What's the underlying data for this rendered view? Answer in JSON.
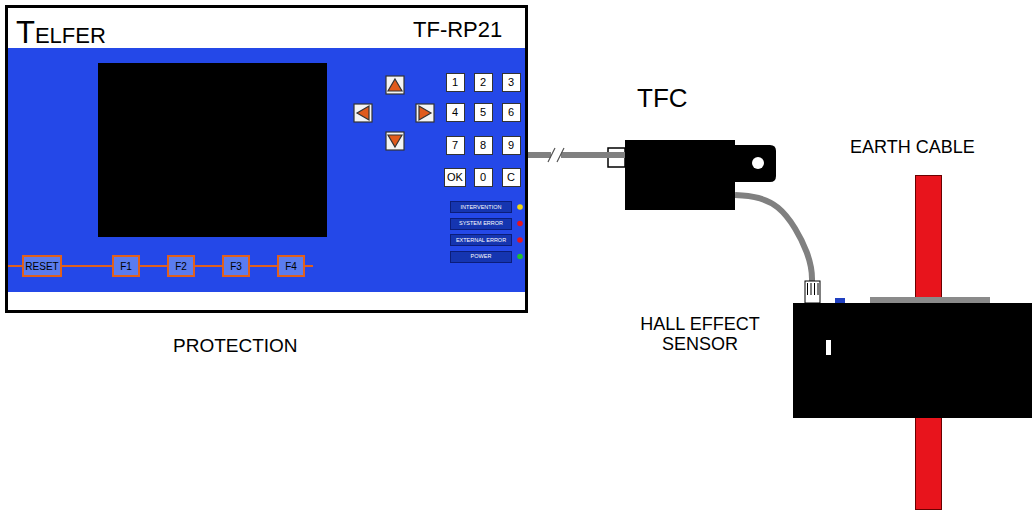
{
  "diagram": {
    "nodes": [
      {
        "text": [
          "TELFER",
          "TF-RP21",
          "PROTECTION"
        ]
      },
      {
        "text": [
          "1"
        ],
        "in": 0
      },
      {
        "text": [
          "2"
        ],
        "in": 0
      },
      {
        "text": [
          "3"
        ],
        "in": 0
      },
      {
        "text": [
          "4"
        ],
        "in": 0
      },
      {
        "text": [
          "5"
        ],
        "in": 0
      },
      {
        "text": [
          "6"
        ],
        "in": 0
      },
      {
        "text": [
          "7"
        ],
        "in": 0
      },
      {
        "text": [
          "8"
        ],
        "in": 0
      },
      {
        "text": [
          "9"
        ],
        "in": 0
      },
      {
        "text": [
          "OK"
        ],
        "in": 0
      },
      {
        "text": [
          "0"
        ],
        "in": 0
      },
      {
        "text": [
          "C"
        ],
        "in": 0
      },
      {
        "text": [
          "INTERVENTION"
        ],
        "in": 0
      },
      {
        "text": [
          "SYSTEM ERROR"
        ],
        "in": 0
      },
      {
        "text": [
          "EXTERNAL ERROR"
        ],
        "in": 0
      },
      {
        "text": [
          "POWER"
        ],
        "in": 0
      },
      {
        "text": [
          "RESET"
        ],
        "in": 0
      },
      {
        "text": [
          "F1"
        ],
        "in": 0
      },
      {
        "text": [
          "F2"
        ],
        "in": 0
      },
      {
        "text": [
          "F3"
        ],
        "in": 0
      },
      {
        "text": [
          "F4"
        ],
        "in": 0
      },
      {
        "text": [
          "TFC"
        ]
      },
      {
        "text": [
          "EARTH CABLE"
        ]
      },
      {
        "text": [
          "HALL EFFECT SENSOR"
        ]
      }
    ],
    "edges": [
      {
        "from": 0,
        "to": 22,
        "arrow": "none"
      },
      {
        "from": 22,
        "to": 24,
        "arrow": "none"
      }
    ]
  }
}
